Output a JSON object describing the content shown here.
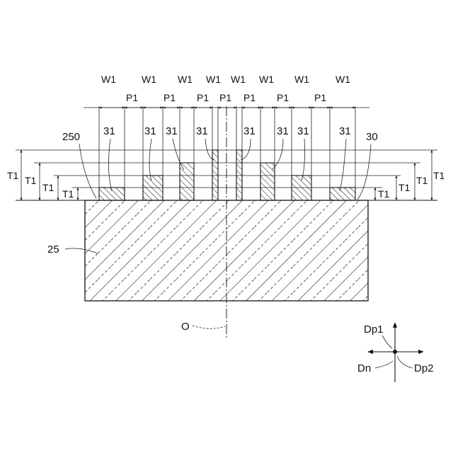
{
  "figure": {
    "substrate_ref": "25",
    "layer_ref": "250",
    "assembly_ref": "30",
    "element_ref": "31",
    "width_label": "W1",
    "pitch_label": "P1",
    "thickness_label": "T1",
    "axis_label": "O"
  },
  "axes": {
    "dp1": "Dp1",
    "dp2": "Dp2",
    "dn": "Dn"
  }
}
